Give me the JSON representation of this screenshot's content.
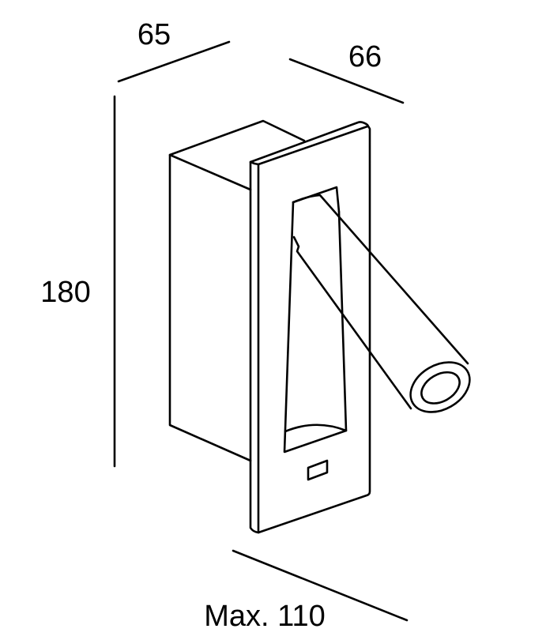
{
  "dimensions": {
    "width": "65",
    "depth": "66",
    "height": "180",
    "projection": "Max. 110"
  },
  "colors": {
    "line": "#000000",
    "background": "#ffffff"
  }
}
